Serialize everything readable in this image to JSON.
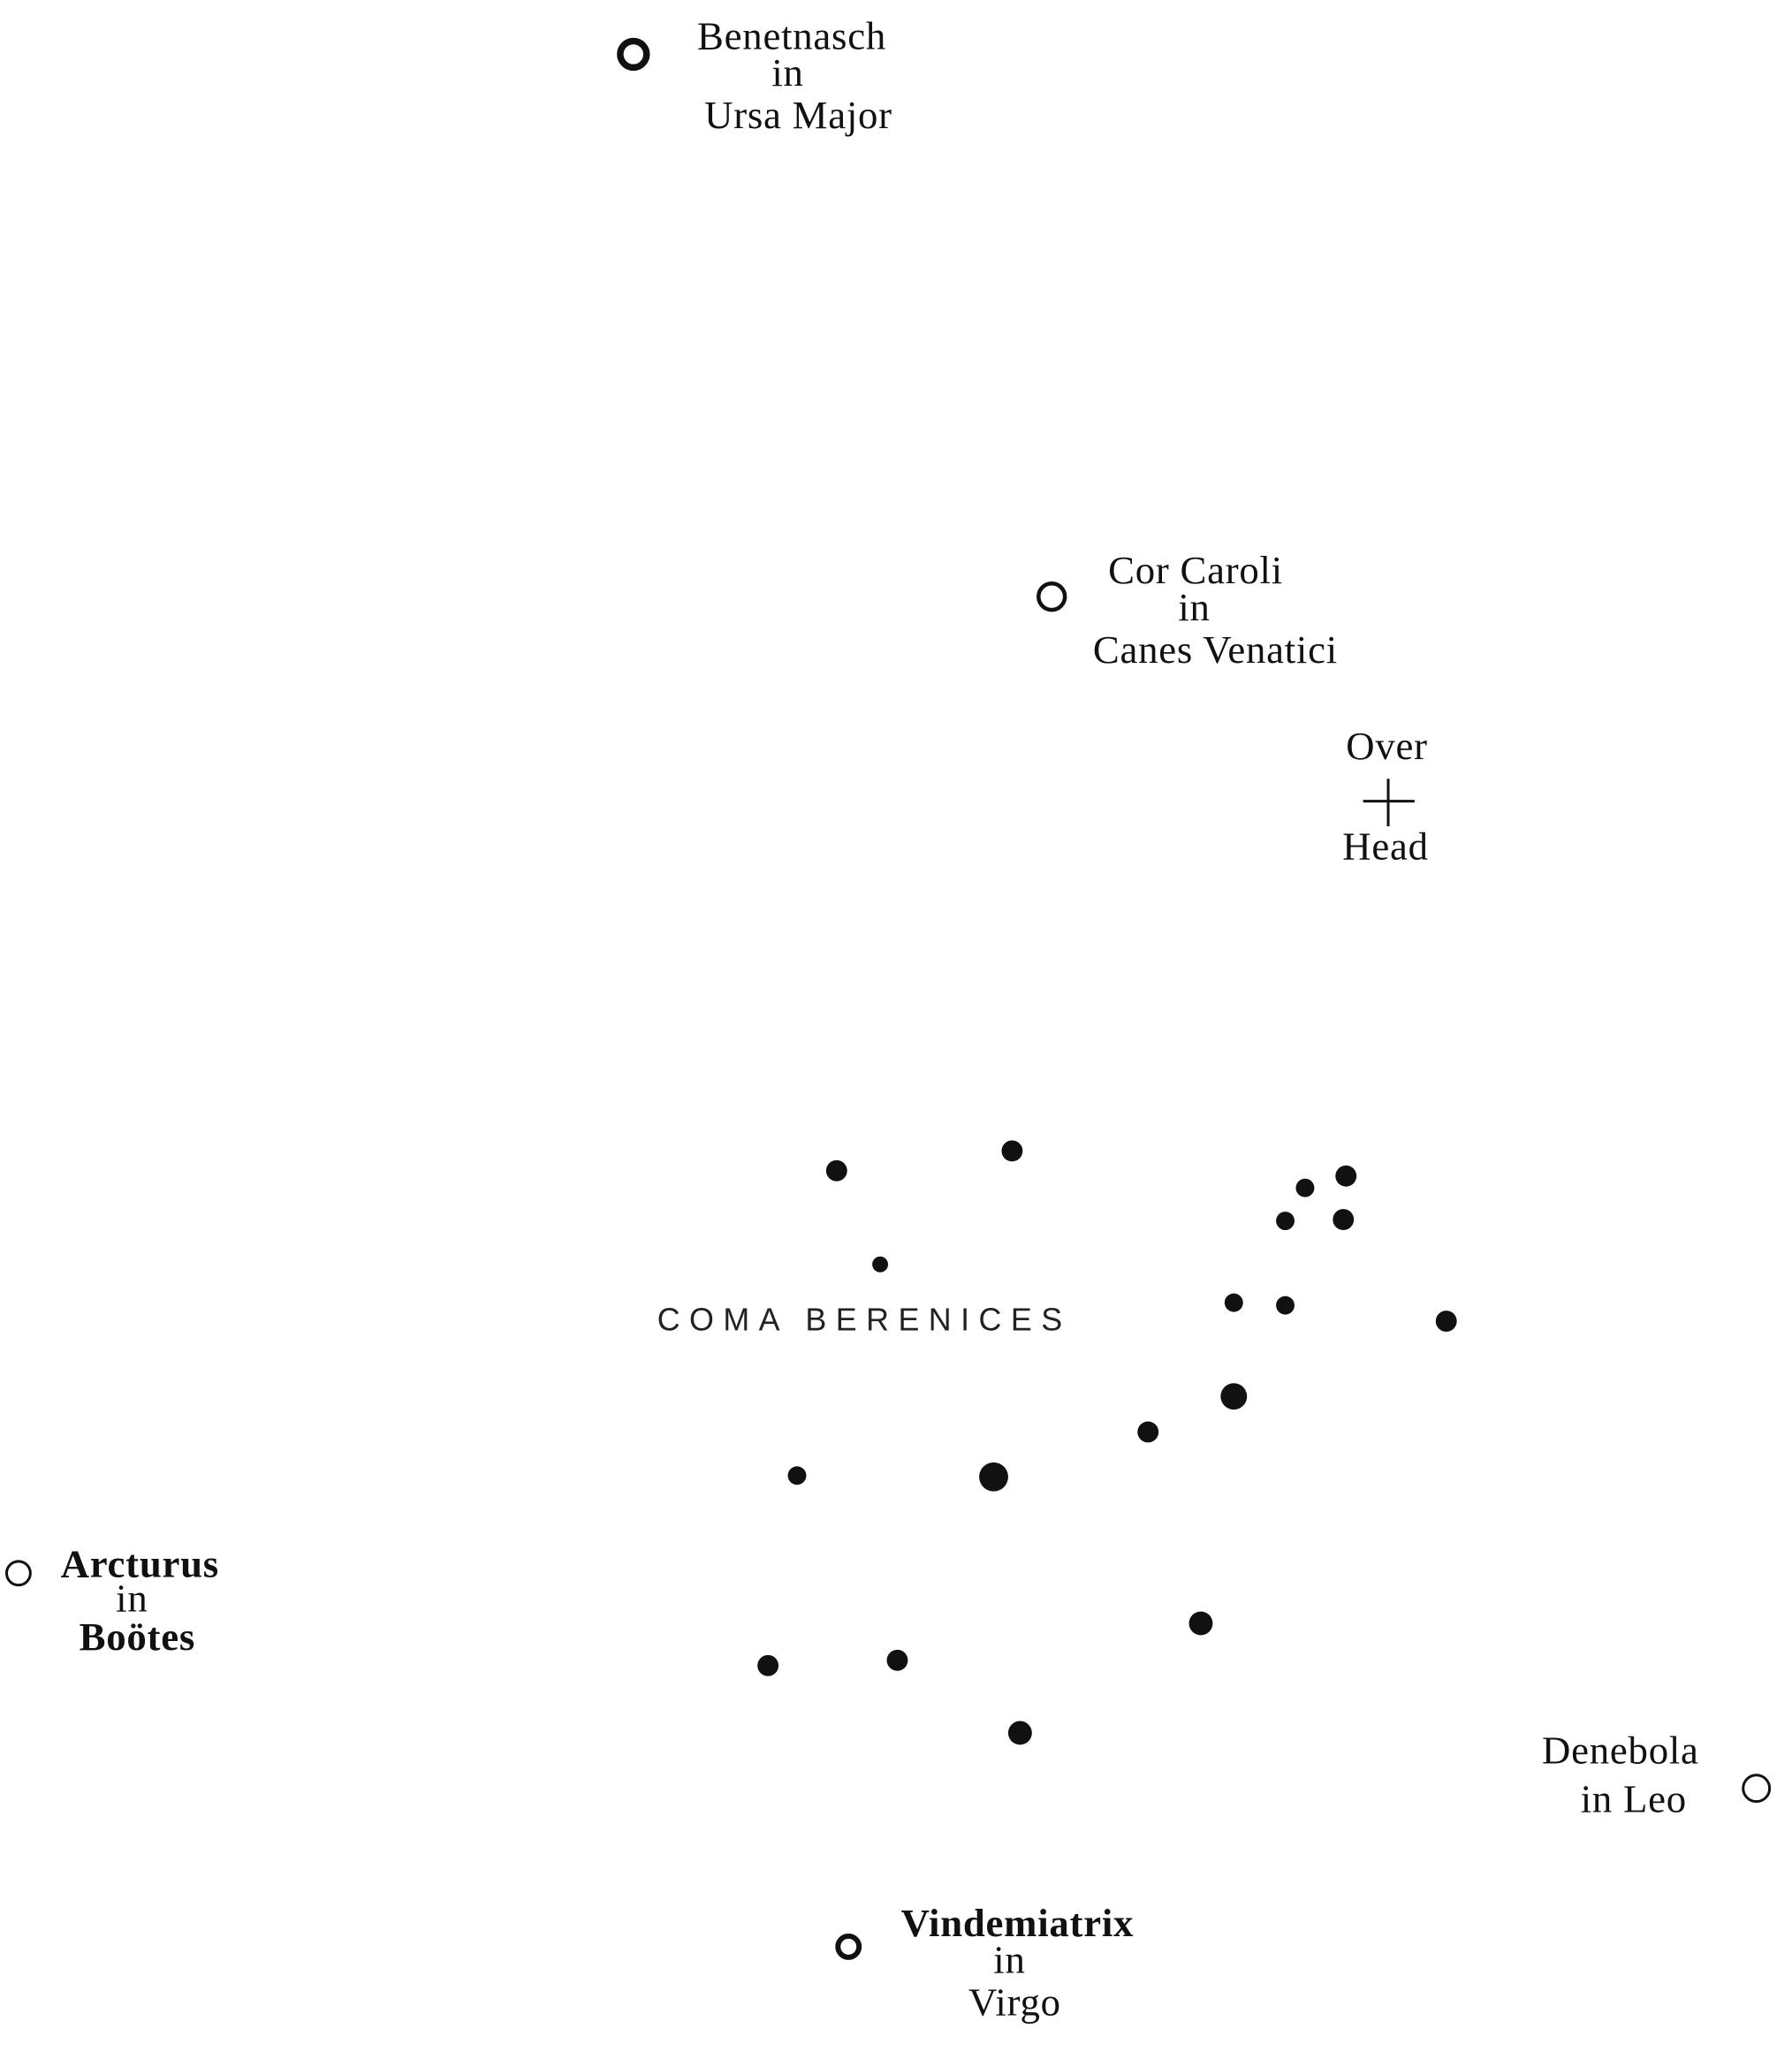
{
  "title": "Coma Berenices",
  "constellation_label": "COMA BERENICES",
  "colors": {
    "ink": "#111111",
    "background": "#ffffff"
  },
  "reference_stars": [
    {
      "name": "Benetnasch",
      "lines": [
        "Benetnasch",
        "in",
        "Ursa Major"
      ]
    },
    {
      "name": "Cor Caroli",
      "lines": [
        "Cor Caroli",
        "in",
        "Canes Venatici"
      ]
    },
    {
      "name": "Arcturus",
      "lines": [
        "Arcturus",
        "in",
        "Boötes"
      ]
    },
    {
      "name": "Denebola",
      "lines": [
        "Denebola",
        "in Leo"
      ]
    },
    {
      "name": "Vindemiatrix",
      "lines": [
        "Vindemiatrix",
        "in",
        "Virgo"
      ]
    }
  ],
  "zenith": {
    "lines": [
      "Over",
      "Head"
    ]
  },
  "constellation_star_count": 18
}
